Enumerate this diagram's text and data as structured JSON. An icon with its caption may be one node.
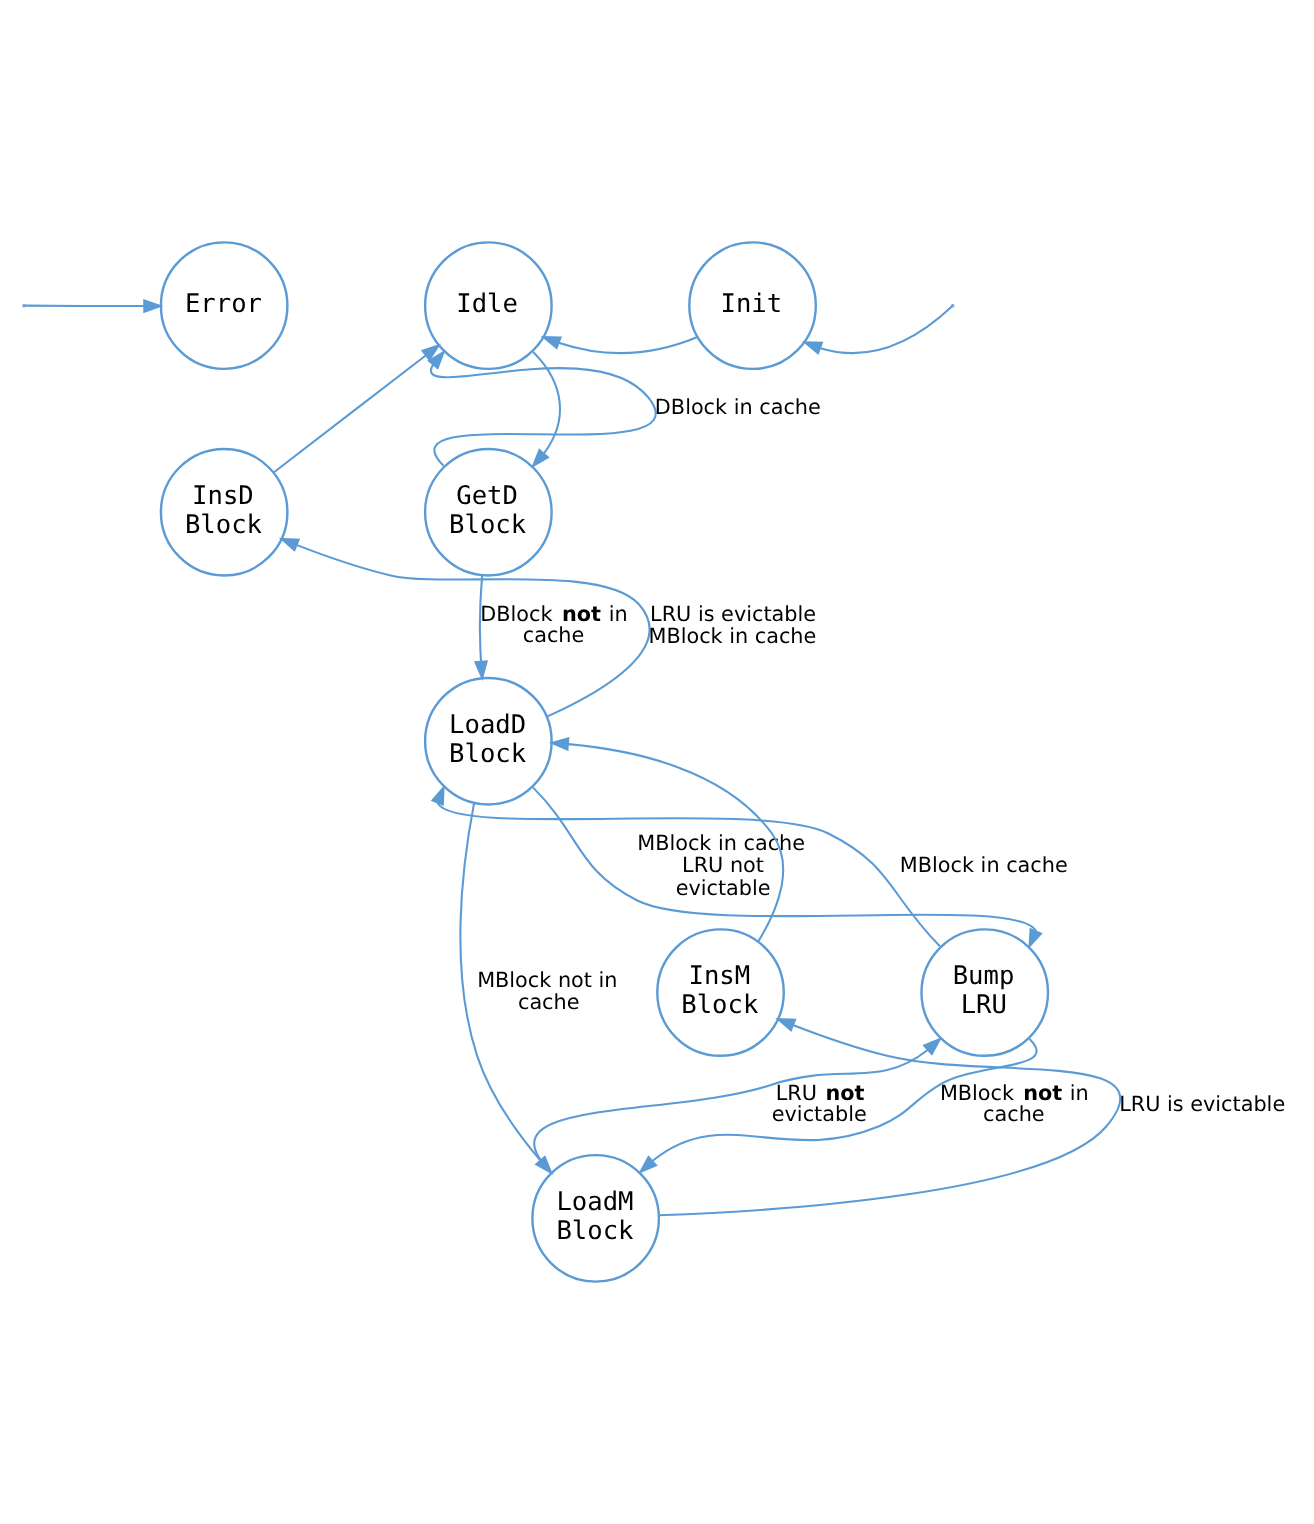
{
  "diagram": {
    "nodes": [
      {
        "text": [
          "Error"
        ]
      },
      {
        "text": [
          "Idle"
        ]
      },
      {
        "text": [
          "Init"
        ]
      },
      {
        "text": [
          "InsD Block"
        ]
      },
      {
        "text": [
          "GetD Block"
        ]
      },
      {
        "text": [
          "LoadD Block"
        ]
      },
      {
        "text": [
          "InsM Block"
        ]
      },
      {
        "text": [
          "Bump LRU"
        ]
      },
      {
        "text": [
          "LoadM Block"
        ]
      }
    ],
    "edges": [
      {
        "from": null,
        "to": 0,
        "arrow": "to"
      },
      {
        "from": 2,
        "to": 1,
        "arrow": "to"
      },
      {
        "from": null,
        "to": 2,
        "arrow": "to"
      },
      {
        "from": 3,
        "to": 1,
        "arrow": "to"
      },
      {
        "from": 1,
        "to": 4,
        "arrow": "to"
      },
      {
        "from": 4,
        "to": 1,
        "arrow": "to",
        "label": "DBlock in cache"
      },
      {
        "from": 4,
        "to": 5,
        "arrow": "to",
        "label": "DBlock **not** in cache"
      },
      {
        "from": 5,
        "to": 3,
        "arrow": "to",
        "label": "LRU is evictable MBlock in cache"
      },
      {
        "from": 6,
        "to": 5,
        "arrow": "to"
      },
      {
        "from": 7,
        "to": 5,
        "arrow": "to",
        "label": "MBlock in cache"
      },
      {
        "from": 5,
        "to": 7,
        "arrow": "to",
        "label": "MBlock in cache LRU not evictable"
      },
      {
        "from": 5,
        "to": 8,
        "arrow": "to",
        "label": "MBlock not in cache"
      },
      {
        "from": 8,
        "to": 7,
        "arrow": "to",
        "label": "LRU **not** evictable"
      },
      {
        "from": 7,
        "to": 8,
        "arrow": "to",
        "label": "MBlock **not** in cache"
      },
      {
        "from": 8,
        "to": 6,
        "arrow": "to",
        "label": "LRU is evictable"
      }
    ]
  }
}
